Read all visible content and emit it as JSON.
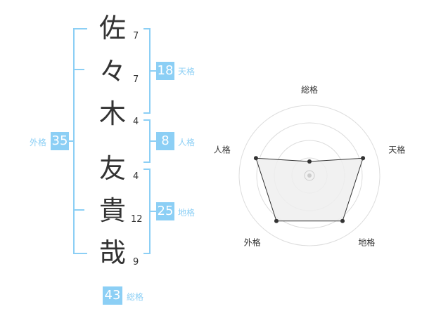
{
  "colors": {
    "accent": "#8ccff5",
    "text": "#333333",
    "radar_fill": "#eeeeee",
    "grid": "#dddddd"
  },
  "name": {
    "chars": [
      {
        "char": "佐",
        "strokes": "7"
      },
      {
        "char": "々",
        "strokes": "7"
      },
      {
        "char": "木",
        "strokes": "4"
      },
      {
        "char": "友",
        "strokes": "4"
      },
      {
        "char": "貴",
        "strokes": "12"
      },
      {
        "char": "哉",
        "strokes": "9"
      }
    ]
  },
  "fortunes": {
    "tenkaku": {
      "value": "18",
      "label": "天格"
    },
    "jinkaku": {
      "value": "8",
      "label": "人格"
    },
    "chikaku": {
      "value": "25",
      "label": "地格"
    },
    "gaikaku": {
      "value": "35",
      "label": "外格"
    },
    "soukaku": {
      "value": "43",
      "label": "総格"
    }
  },
  "chart_data": {
    "type": "radar",
    "axes": [
      "総格",
      "天格",
      "地格",
      "外格",
      "人格"
    ],
    "rings": 4,
    "max": 4,
    "values": [
      1,
      4,
      4,
      4,
      4
    ]
  }
}
